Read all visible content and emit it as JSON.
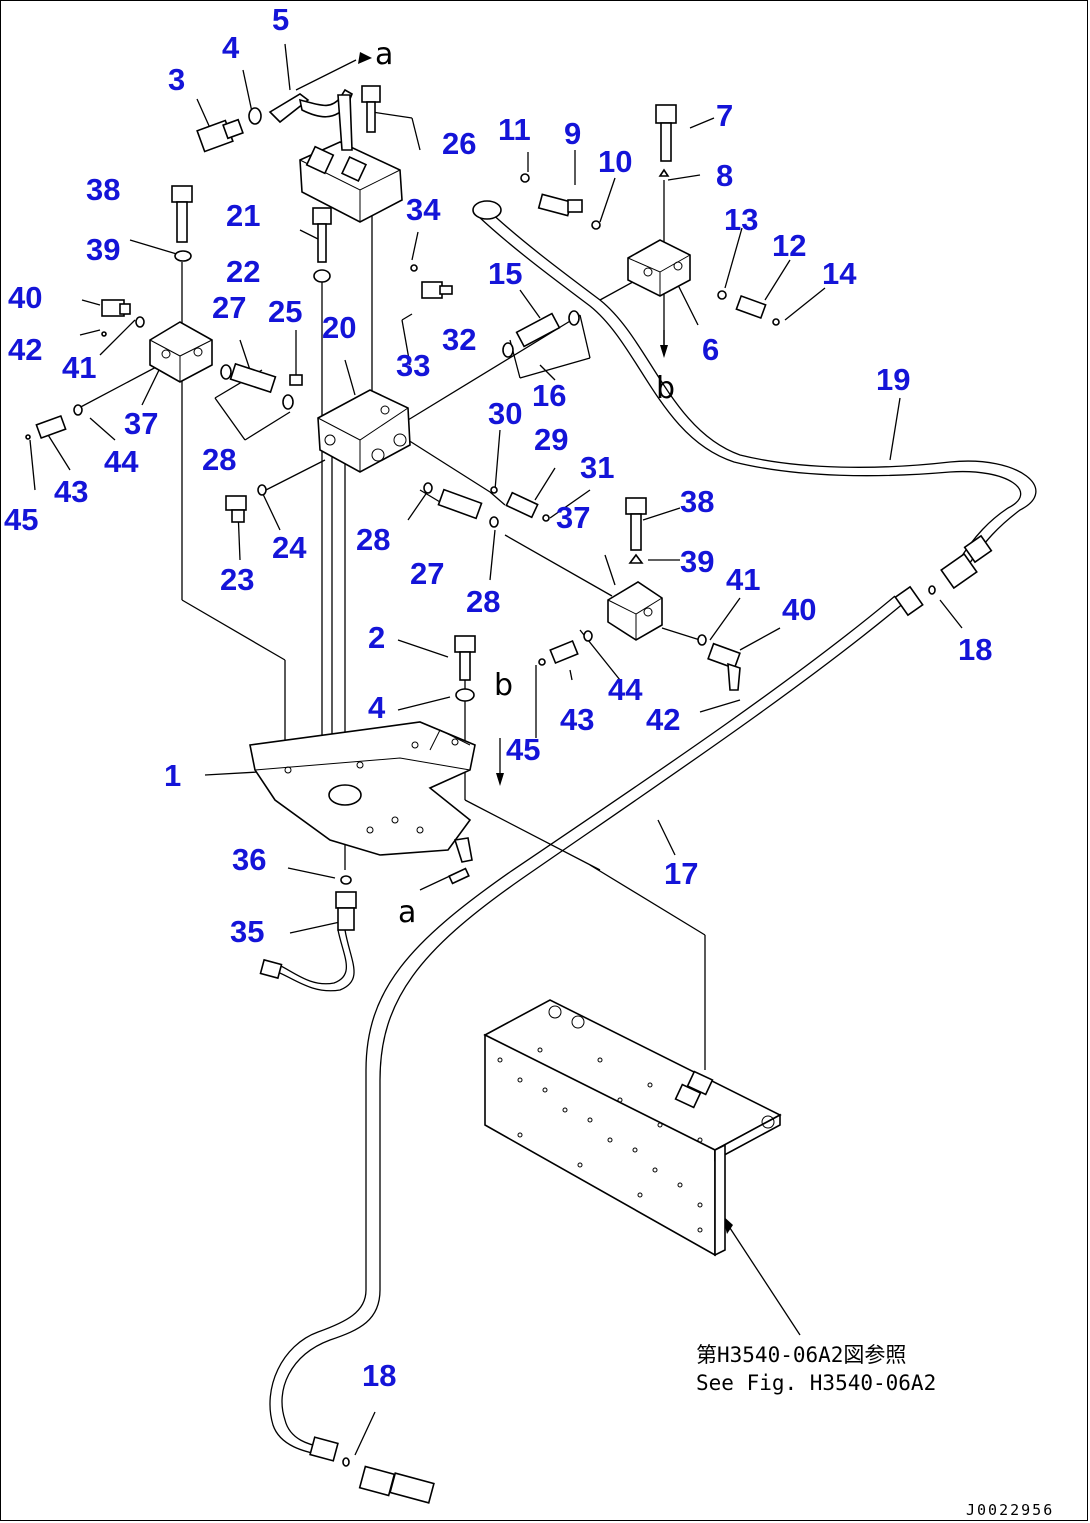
{
  "diagram": {
    "callouts": [
      {
        "id": "c1",
        "text": "1"
      },
      {
        "id": "c2",
        "text": "2"
      },
      {
        "id": "c3",
        "text": "3"
      },
      {
        "id": "c4a",
        "text": "4"
      },
      {
        "id": "c4b",
        "text": "4"
      },
      {
        "id": "c5",
        "text": "5"
      },
      {
        "id": "c6",
        "text": "6"
      },
      {
        "id": "c7",
        "text": "7"
      },
      {
        "id": "c8",
        "text": "8"
      },
      {
        "id": "c9",
        "text": "9"
      },
      {
        "id": "c10",
        "text": "10"
      },
      {
        "id": "c11",
        "text": "11"
      },
      {
        "id": "c12",
        "text": "12"
      },
      {
        "id": "c13",
        "text": "13"
      },
      {
        "id": "c14",
        "text": "14"
      },
      {
        "id": "c15",
        "text": "15"
      },
      {
        "id": "c16",
        "text": "16"
      },
      {
        "id": "c17",
        "text": "17"
      },
      {
        "id": "c18a",
        "text": "18"
      },
      {
        "id": "c18b",
        "text": "18"
      },
      {
        "id": "c19",
        "text": "19"
      },
      {
        "id": "c20",
        "text": "20"
      },
      {
        "id": "c21",
        "text": "21"
      },
      {
        "id": "c22",
        "text": "22"
      },
      {
        "id": "c23",
        "text": "23"
      },
      {
        "id": "c24",
        "text": "24"
      },
      {
        "id": "c25",
        "text": "25"
      },
      {
        "id": "c26",
        "text": "26"
      },
      {
        "id": "c27a",
        "text": "27"
      },
      {
        "id": "c27b",
        "text": "27"
      },
      {
        "id": "c28a",
        "text": "28"
      },
      {
        "id": "c28b",
        "text": "28"
      },
      {
        "id": "c28c",
        "text": "28"
      },
      {
        "id": "c29",
        "text": "29"
      },
      {
        "id": "c30",
        "text": "30"
      },
      {
        "id": "c31",
        "text": "31"
      },
      {
        "id": "c32",
        "text": "32"
      },
      {
        "id": "c33",
        "text": "33"
      },
      {
        "id": "c34",
        "text": "34"
      },
      {
        "id": "c35",
        "text": "35"
      },
      {
        "id": "c36",
        "text": "36"
      },
      {
        "id": "c37a",
        "text": "37"
      },
      {
        "id": "c37b",
        "text": "37"
      },
      {
        "id": "c38a",
        "text": "38"
      },
      {
        "id": "c38b",
        "text": "38"
      },
      {
        "id": "c39a",
        "text": "39"
      },
      {
        "id": "c39b",
        "text": "39"
      },
      {
        "id": "c40a",
        "text": "40"
      },
      {
        "id": "c40b",
        "text": "40"
      },
      {
        "id": "c41a",
        "text": "41"
      },
      {
        "id": "c41b",
        "text": "41"
      },
      {
        "id": "c42a",
        "text": "42"
      },
      {
        "id": "c42b",
        "text": "42"
      },
      {
        "id": "c43a",
        "text": "43"
      },
      {
        "id": "c43b",
        "text": "43"
      },
      {
        "id": "c44a",
        "text": "44"
      },
      {
        "id": "c44b",
        "text": "44"
      },
      {
        "id": "c45a",
        "text": "45"
      },
      {
        "id": "c45b",
        "text": "45"
      }
    ],
    "connection_letters": {
      "a_top": "a",
      "a_bottom": "a",
      "b_top": "b",
      "b_bottom": "b"
    },
    "reference_note": {
      "line1": "第H3540-06A2図参照",
      "line2": "See Fig. H3540-06A2"
    },
    "drawing_code": "J0022956"
  }
}
